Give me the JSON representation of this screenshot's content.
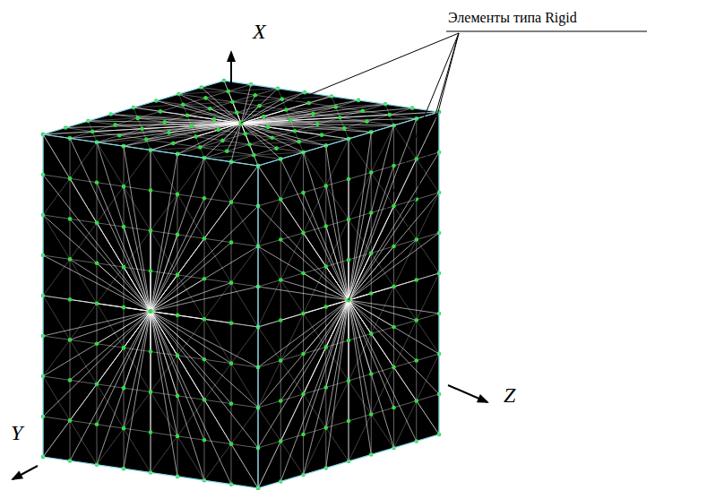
{
  "diagram": {
    "labels": [
      "Элементы типа Rigid",
      "X",
      "Y",
      "Z"
    ]
  }
}
